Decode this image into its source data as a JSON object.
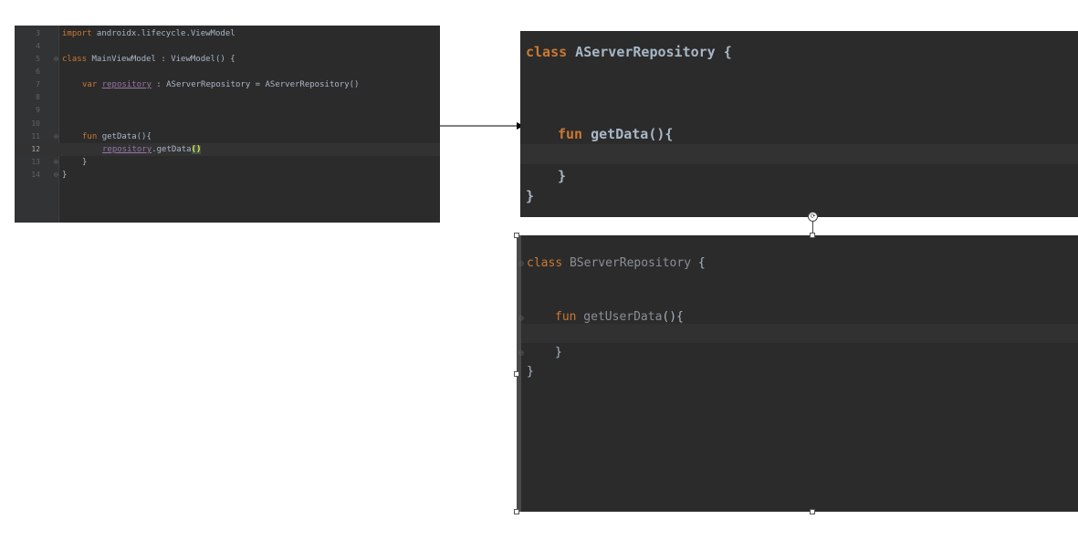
{
  "main_editor": {
    "line_numbers": [
      "3",
      "4",
      "5",
      "6",
      "7",
      "8",
      "9",
      "10",
      "11",
      "12",
      "13",
      "14"
    ],
    "current_line": "12",
    "lines": {
      "import_kw": "import",
      "import_path": " androidx.lifecycle.ViewModel",
      "class_kw": "class",
      "class_decl": " MainViewModel : ViewModel() {",
      "var_kw": "var",
      "var_name": "repository",
      "var_rest": " : AServerRepository = AServerRepository()",
      "fun_kw": "fun",
      "fun_name": "getData",
      "fun_rest": "(){",
      "call_obj": "repository",
      "call_method": ".getData",
      "call_parens": "()",
      "close_inner": "}",
      "close_outer": "}"
    }
  },
  "repo_a_editor": {
    "class_kw": "class",
    "class_name": " AServerRepository ",
    "open_brace": "{",
    "fun_kw": "fun",
    "fun_name": " getData",
    "fun_rest": "(){",
    "close_inner": "}",
    "close_outer": "}"
  },
  "repo_b_editor": {
    "class_kw": "class",
    "class_name": " BServerRepository ",
    "open_brace": "{",
    "fun_kw": "fun",
    "fun_name": " getUserData",
    "fun_rest": "(){",
    "close_inner": "}",
    "close_outer": "}"
  },
  "colors": {
    "editor_bg": "#2b2b2b",
    "keyword": "#cc7832",
    "function": "#ffc66d",
    "property": "#9876aa",
    "text": "#a9b7c6"
  },
  "icons": {
    "arrow": "right-arrow-icon",
    "rotate": "rotate-handle-icon"
  }
}
